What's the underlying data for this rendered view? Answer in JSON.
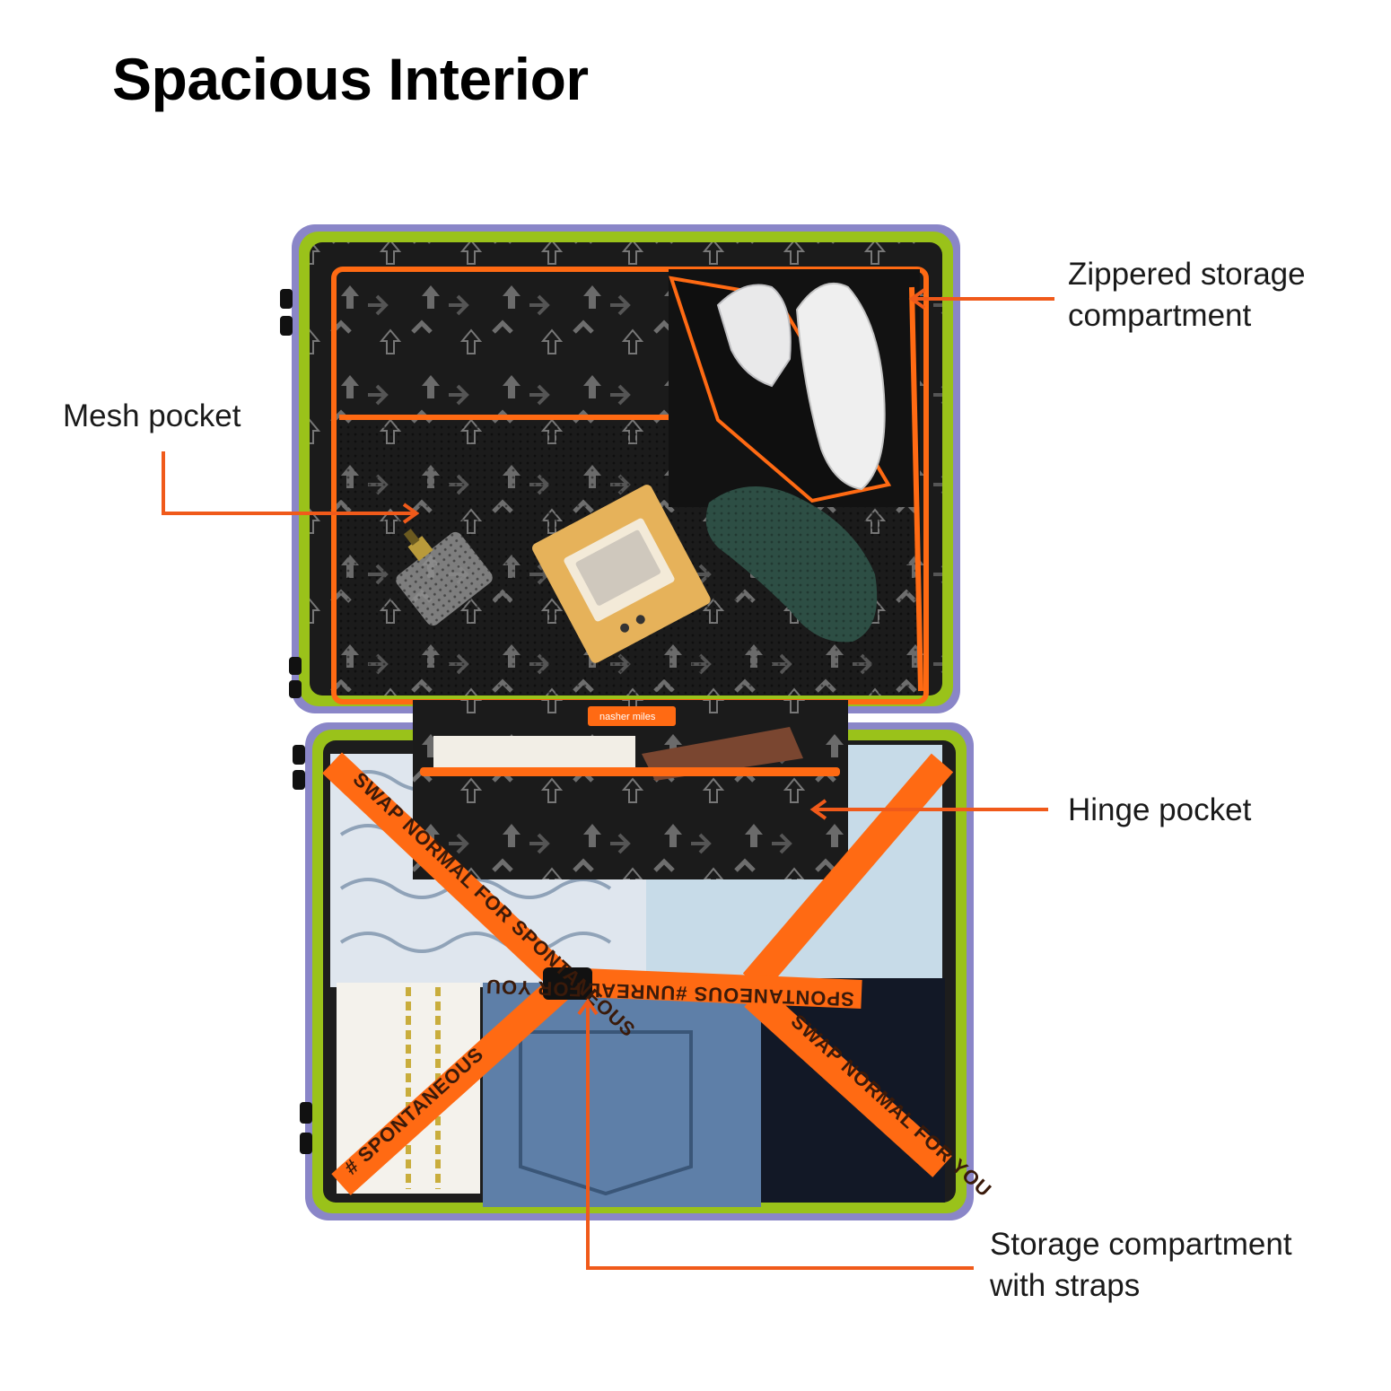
{
  "title": "Spacious Interior",
  "callouts": {
    "zippered": [
      "Zippered storage",
      "compartment"
    ],
    "mesh": [
      "Mesh pocket"
    ],
    "hinge": [
      "Hinge pocket"
    ],
    "straps": [
      "Storage compartment",
      "with straps"
    ]
  },
  "brand_tag": "nasher miles",
  "strap_texts": {
    "strap_a": "SWAP NORMAL FOR SPONTANEOUS",
    "strap_b": "SPONTANEOUS #UNREAL FOR YOU",
    "strap_c": "SWAP NORMAL FOR YOU",
    "strap_d": "# SPONTANEOUS"
  },
  "colors": {
    "callout_line": "#f05a1a",
    "zipper_orange": "#ff6a13",
    "lining_lime": "#9ac21a",
    "shell_lavender": "#8a86c8",
    "lining_black": "#1b1b1b"
  }
}
